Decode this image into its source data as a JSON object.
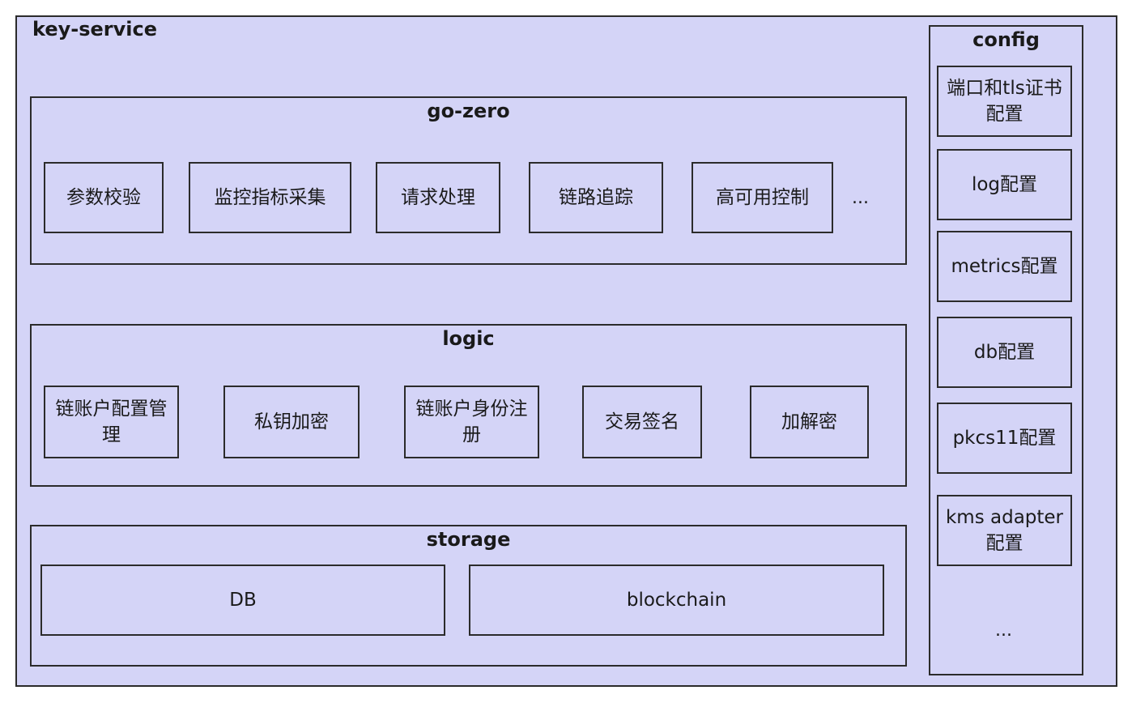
{
  "service": {
    "title": "key-service"
  },
  "gozero": {
    "title": "go-zero",
    "items": [
      "参数校验",
      "监控指标采集",
      "请求处理",
      "链路追踪",
      "高可用控制"
    ],
    "more": "...",
    "more_below": "..."
  },
  "logic": {
    "title": "logic",
    "items": [
      "链账户配置管理",
      "私钥加密",
      "链账户身份注册",
      "交易签名",
      "加解密"
    ]
  },
  "storage": {
    "title": "storage",
    "items": [
      "DB",
      "blockchain"
    ]
  },
  "config": {
    "title": "config",
    "items": [
      "端口和tls证书配置",
      "log配置",
      "metrics配置",
      "db配置",
      "pkcs11配置",
      "kms adapter配置"
    ],
    "more": "..."
  },
  "colors": {
    "fill": "#d4d4f7",
    "border": "#2b2b2b"
  }
}
